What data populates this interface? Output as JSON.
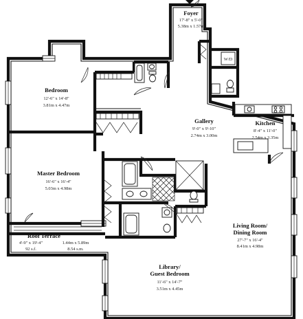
{
  "rooms": {
    "foyer": {
      "name": "Foyer",
      "dim_imperial": "17'-8\" x 5'-0\"",
      "dim_metric": "5.38m x 1.57m"
    },
    "bedroom": {
      "name": "Bedroom",
      "dim_imperial": "12'-6\" x 14'-8\"",
      "dim_metric": "3.81m x 4.47m"
    },
    "gallery": {
      "name": "Gallery",
      "dim_imperial": "9'-0\" x 9'-10\"",
      "dim_metric": "2.74m x 3.00m"
    },
    "kitchen": {
      "name": "Kitchen",
      "dim_imperial": "8'-4\" x 11'-0\"",
      "dim_metric": "2.54m x 3.35m"
    },
    "master": {
      "name": "Master Bedroom",
      "dim_imperial": "16'-6\" x 16'-4\"",
      "dim_metric": "5.03m x 4.98m"
    },
    "living": {
      "name_line1": "Living Room/",
      "name_line2": "Dining Room",
      "dim_imperial": "27'-7\" x 16'-4\"",
      "dim_metric": "8.41m x 4.98m"
    },
    "terrace": {
      "name": "Roof Terrace",
      "dim_imperial": "4'-9\" x 19'-4\"",
      "dim_metric": "1.44m x 5.89m",
      "area_imperial": "92 s.f.",
      "area_metric": "8.54 s.m."
    },
    "library": {
      "name_line1": "Library/",
      "name_line2": "Guest Bedroom",
      "dim_imperial": "11'-6\" x 14'-7\"",
      "dim_metric": "3.51m x 4.45m"
    }
  },
  "fixtures": {
    "washer_dryer": "W/D"
  }
}
